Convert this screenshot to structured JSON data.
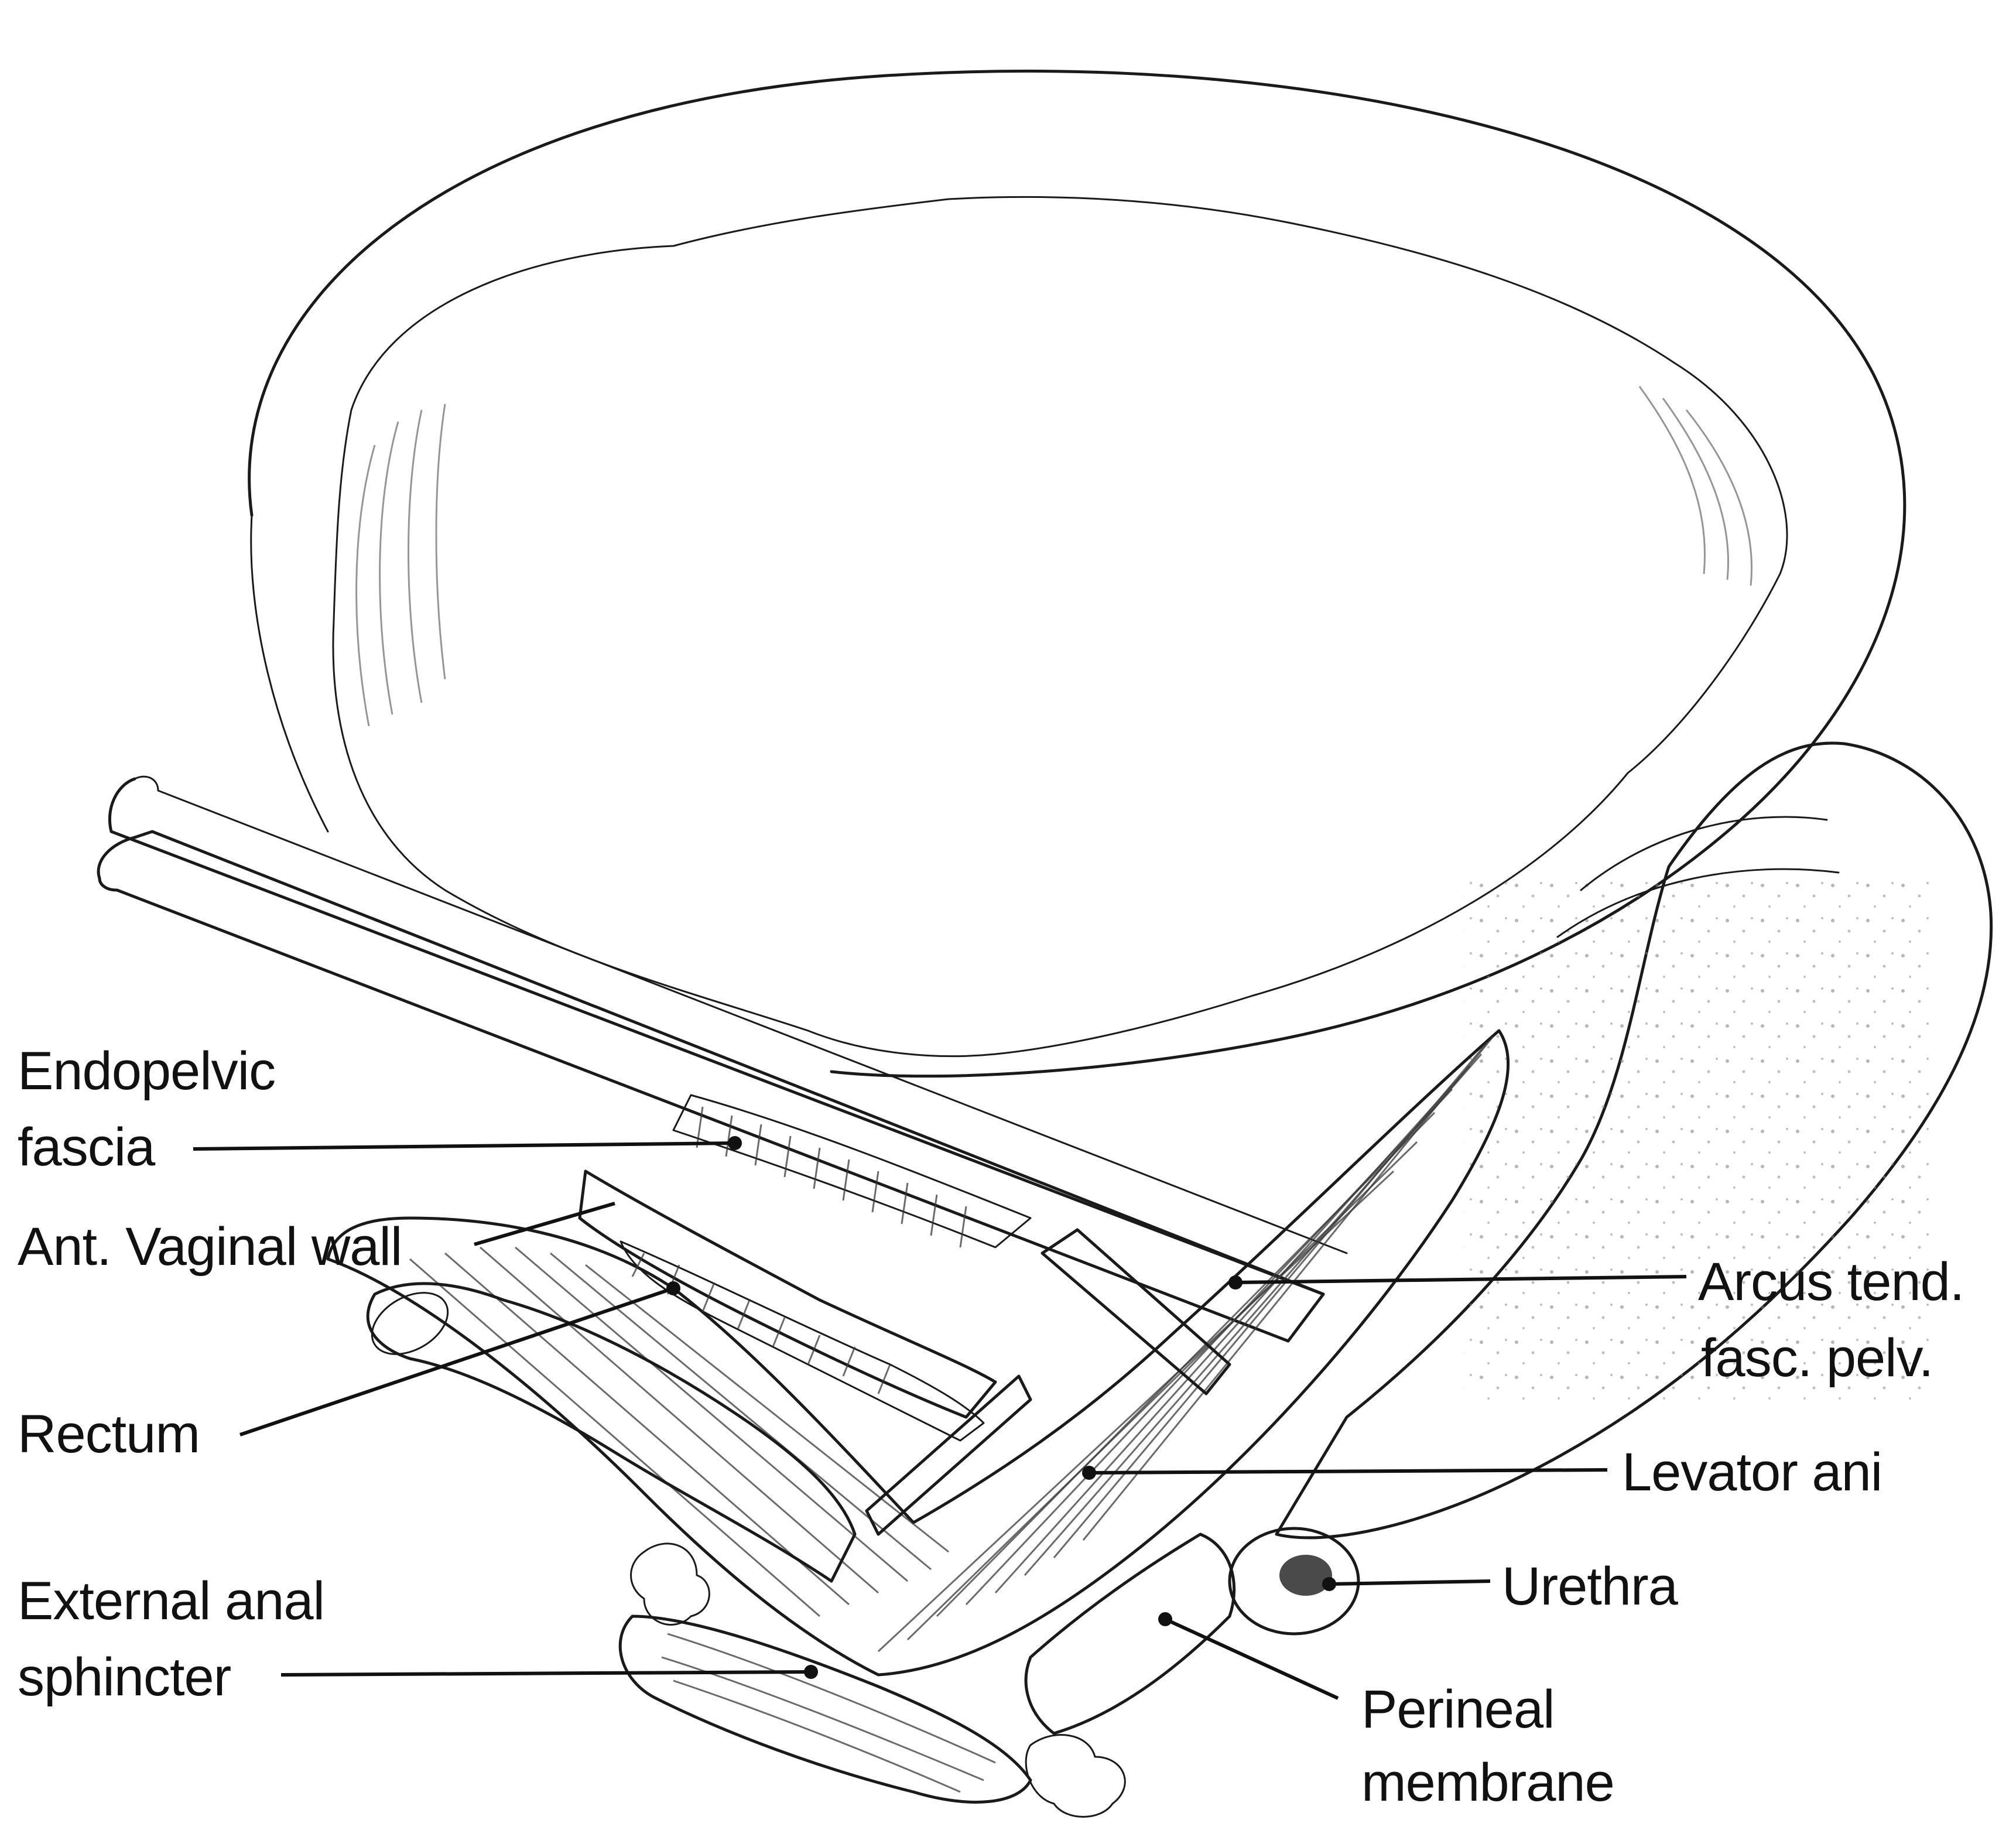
{
  "labels": {
    "endopelvic_fascia_line1": "Endopelvic",
    "endopelvic_fascia_line2": "fascia",
    "ant_vaginal_wall": "Ant. Vaginal wall",
    "rectum": "Rectum",
    "external_anal_sphincter_line1": "External anal",
    "external_anal_sphincter_line2": "sphincter",
    "arcus_line1": "Arcus tend.",
    "arcus_line2": "fasc. pelv.",
    "levator_ani": "Levator ani",
    "urethra": "Urethra",
    "perineal_line1": "Perineal",
    "perineal_line2": "membrane"
  },
  "colors": {
    "ink": "#1a1a1a",
    "shade": "#9a9a9a",
    "background": "#ffffff"
  }
}
